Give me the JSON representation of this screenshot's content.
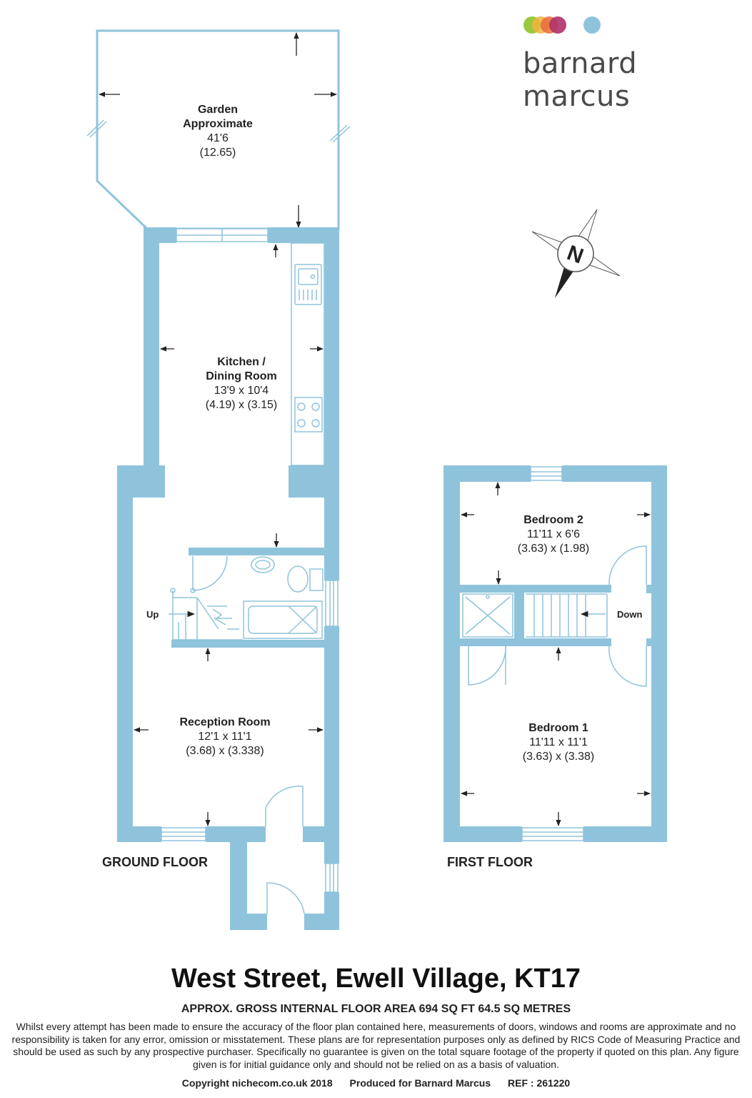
{
  "brand": {
    "name": "barnard marcus",
    "dot_colors": [
      "#9ac93f",
      "#f0b33d",
      "#e86b3a",
      "#b03168",
      "#8fc3dc"
    ]
  },
  "colors": {
    "wall": "#8fc3dc",
    "text": "#222222"
  },
  "rooms": {
    "garden": {
      "name_1": "Garden",
      "name_2": "Approximate",
      "dim_imperial": "41'6",
      "dim_metric": "(12.65)"
    },
    "kitchen": {
      "name_1": "Kitchen /",
      "name_2": "Dining Room",
      "dim_imperial": "13'9 x 10'4",
      "dim_metric": "(4.19) x (3.15)"
    },
    "reception": {
      "name": "Reception Room",
      "dim_imperial": "12'1 x 11'1",
      "dim_metric": "(3.68) x (3.338)"
    },
    "bedroom2": {
      "name": "Bedroom 2",
      "dim_imperial": "11'11 x 6'6",
      "dim_metric": "(3.63) x (1.98)"
    },
    "bedroom1": {
      "name": "Bedroom 1",
      "dim_imperial": "11'11 x 11'1",
      "dim_metric": "(3.63) x (3.38)"
    }
  },
  "stairs": {
    "up": "Up",
    "down": "Down"
  },
  "floors": {
    "ground": "GROUND FLOOR",
    "first": "FIRST FLOOR"
  },
  "compass": {
    "letter": "N"
  },
  "footer": {
    "title": "West Street, Ewell Village, KT17",
    "area": "APPROX. GROSS INTERNAL FLOOR AREA 694 SQ FT 64.5 SQ METRES",
    "disclaimer": "Whilst every attempt has been made to ensure the accuracy of the floor plan contained here, measurements of doors, windows and rooms are approximate and no responsibility is taken for any error, omission or misstatement. These plans are for representation purposes only as defined by RICS Code of Measuring Practice and should be used as such by any prospective purchaser.  Specifically no guarantee is given on the total square footage of the property if quoted on this plan. Any figure given is for initial guidance only and should not be relied on as a basis of valuation.",
    "copyright": "Copyright nichecom.co.uk 2018",
    "produced": "Produced for Barnard Marcus",
    "ref": "REF : 261220"
  }
}
